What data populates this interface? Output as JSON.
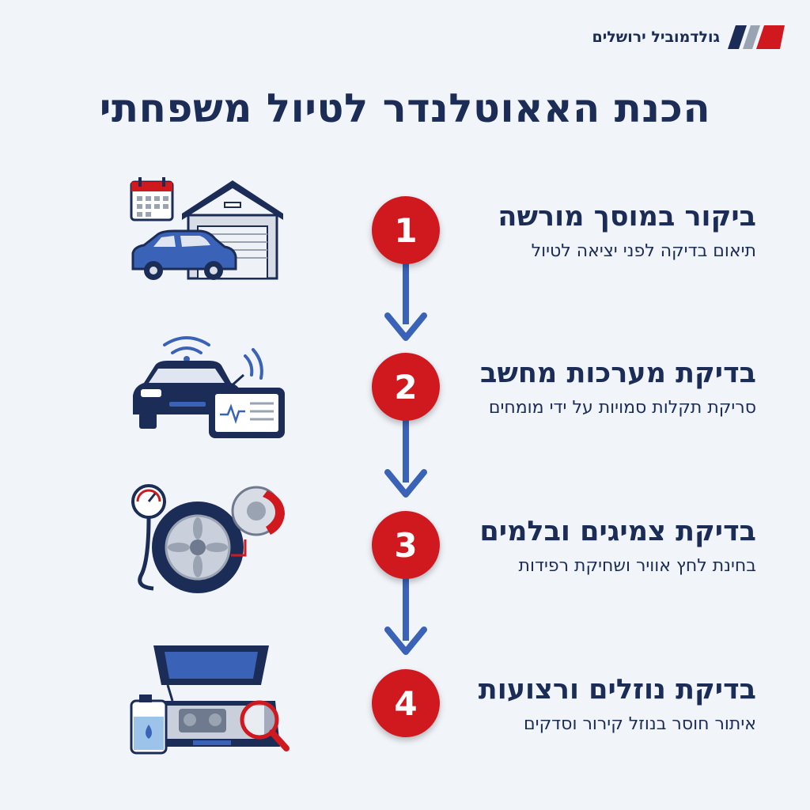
{
  "brand": {
    "name": "גולדמוביל ירושלים"
  },
  "title": "הכנת האאוטלנדר לטיול משפחתי",
  "colors": {
    "navy": "#1b2d57",
    "red": "#d0191f",
    "blue": "#3a62b6",
    "background": "#f1f4f9"
  },
  "steps": [
    {
      "number": "1",
      "title": "ביקור במוסך מורשה",
      "subtitle": "תיאום בדיקה לפני יציאה לטיול",
      "icon": "garage-calendar-icon"
    },
    {
      "number": "2",
      "title": "בדיקת מערכות מחשב",
      "subtitle": "סריקת תקלות סמויות על ידי מומחים",
      "icon": "car-diagnostics-icon"
    },
    {
      "number": "3",
      "title": "בדיקת צמיגים ובלמים",
      "subtitle": "בחינת לחץ אוויר ושחיקת רפידות",
      "icon": "tire-brake-icon"
    },
    {
      "number": "4",
      "title": "בדיקת נוזלים ורצועות",
      "subtitle": "איתור חוסר בנוזל קירור וסדקים",
      "icon": "engine-inspection-icon"
    }
  ]
}
